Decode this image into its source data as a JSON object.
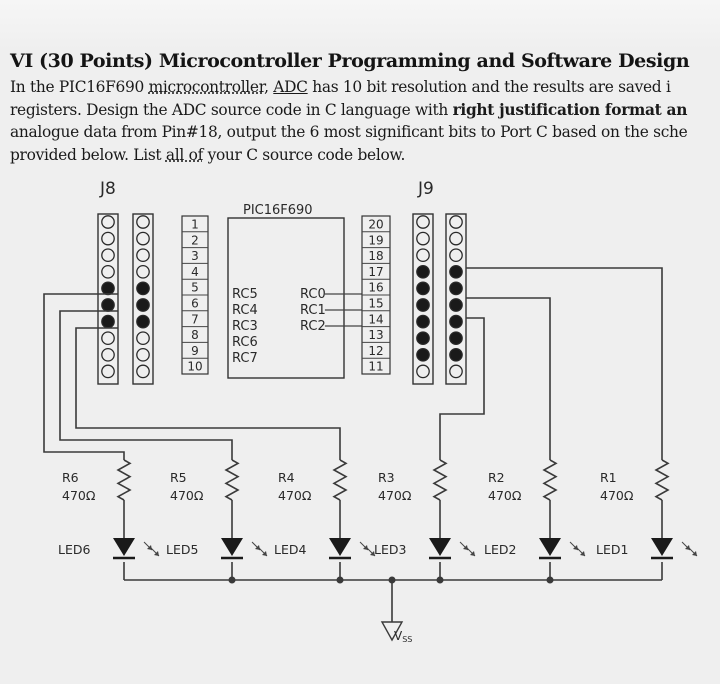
{
  "question": {
    "heading": "VI (30 Points) Microcontroller Programming and Software Design",
    "lines": [
      {
        "a": "In the PIC16F690 ",
        "u1": "microcontroller,",
        "b": " ",
        "u2": "ADC",
        "c": " has 10 bit resolution and the results are saved i"
      },
      {
        "a": "registers. Design the ADC source code in C language with ",
        "bold": "right justification format an",
        "c": ""
      },
      {
        "a": "analogue data from Pin#18, output the 6 most significant bits to Port C based on the sche",
        "c": ""
      },
      {
        "a": "provided below. List ",
        "u1": "all of",
        "c": " your C source code below."
      }
    ]
  },
  "schematic": {
    "connector_left": "J8",
    "connector_right": "J9",
    "chip_name": "PIC16F690",
    "left_pins": [
      "1",
      "2",
      "3",
      "4",
      "5",
      "6",
      "7",
      "8",
      "9",
      "10"
    ],
    "right_pins": [
      "20",
      "19",
      "18",
      "17",
      "16",
      "15",
      "14",
      "13",
      "12",
      "11"
    ],
    "left_port_labels": [
      "RC5",
      "RC4",
      "RC3",
      "RC6",
      "RC7"
    ],
    "right_port_labels": [
      "RC0",
      "RC1",
      "RC2"
    ],
    "resistors": [
      {
        "name": "R6",
        "value": "470Ω"
      },
      {
        "name": "R5",
        "value": "470Ω"
      },
      {
        "name": "R4",
        "value": "470Ω"
      },
      {
        "name": "R3",
        "value": "470Ω"
      },
      {
        "name": "R2",
        "value": "470Ω"
      },
      {
        "name": "R1",
        "value": "470Ω"
      }
    ],
    "leds": [
      "LED6",
      "LED5",
      "LED4",
      "LED3",
      "LED2",
      "LED1"
    ],
    "ground": "V",
    "ground_sub": "SS"
  }
}
